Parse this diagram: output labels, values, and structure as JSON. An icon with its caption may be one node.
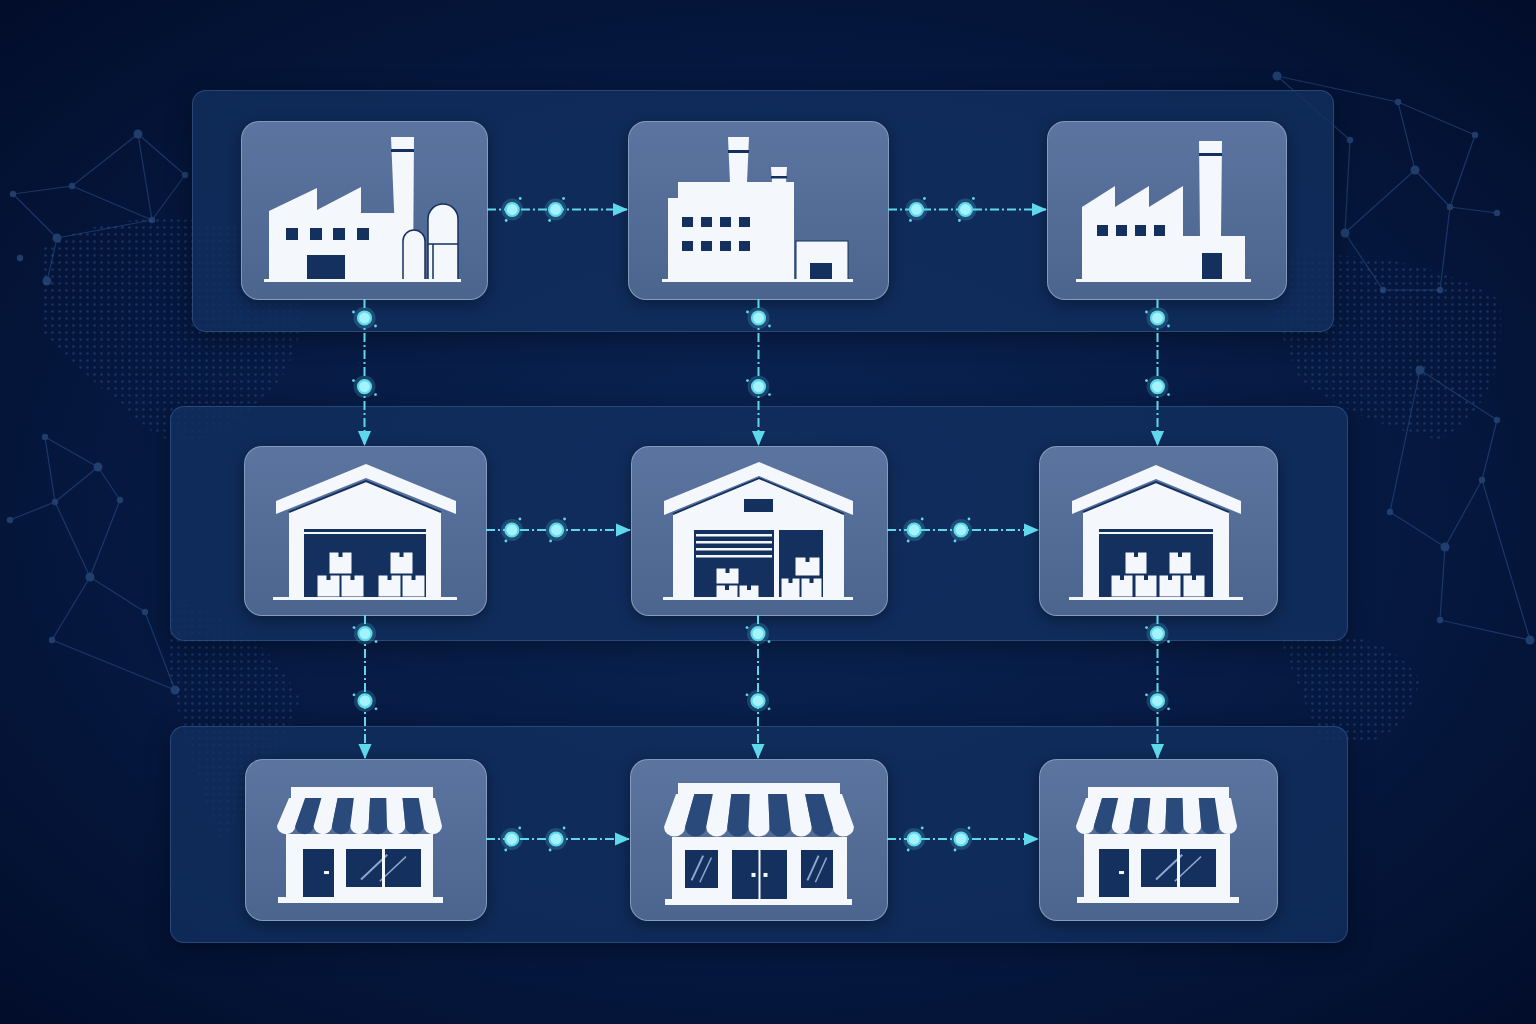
{
  "diagram": {
    "nodes": [
      {
        "text": [],
        "shape": "box"
      },
      {
        "text": [],
        "shape": "picture",
        "in": 0
      },
      {
        "text": [],
        "shape": "picture",
        "in": 0
      },
      {
        "text": [],
        "shape": "picture",
        "in": 0
      },
      {
        "text": [],
        "shape": "box"
      },
      {
        "text": [],
        "shape": "picture",
        "in": 4
      },
      {
        "text": [],
        "shape": "picture",
        "in": 4
      },
      {
        "text": [],
        "shape": "picture",
        "in": 4
      },
      {
        "text": [],
        "shape": "box"
      },
      {
        "text": [],
        "shape": "picture",
        "in": 8
      },
      {
        "text": [],
        "shape": "picture",
        "in": 8
      },
      {
        "text": [],
        "shape": "picture",
        "in": 8
      }
    ],
    "edges": [
      {
        "from": 1,
        "to": 2,
        "arrow": "to"
      },
      {
        "from": 2,
        "to": 3,
        "arrow": "to"
      },
      {
        "from": 1,
        "to": 5,
        "arrow": "to"
      },
      {
        "from": 2,
        "to": 6,
        "arrow": "to"
      },
      {
        "from": 3,
        "to": 7,
        "arrow": "to"
      },
      {
        "from": 5,
        "to": 6,
        "arrow": "to"
      },
      {
        "from": 6,
        "to": 7,
        "arrow": "to"
      },
      {
        "from": 5,
        "to": 9,
        "arrow": "to"
      },
      {
        "from": 6,
        "to": 10,
        "arrow": "to"
      },
      {
        "from": 7,
        "to": 11,
        "arrow": "to"
      },
      {
        "from": 9,
        "to": 10,
        "arrow": "to"
      },
      {
        "from": 10,
        "to": 11,
        "arrow": "to"
      }
    ]
  }
}
